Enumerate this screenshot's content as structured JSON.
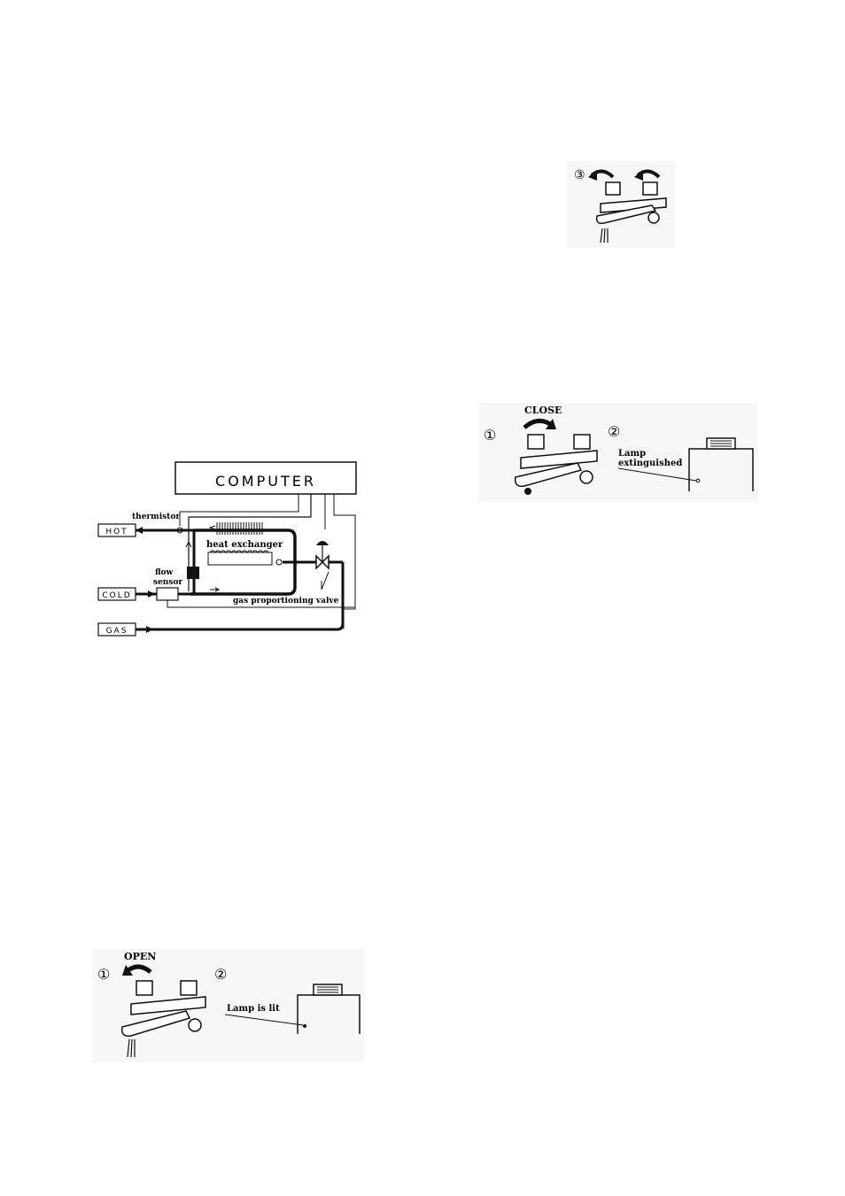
{
  "fig_faucet_step3": {
    "step_marker": "③"
  },
  "fig_close": {
    "heading": "CLOSE",
    "step1_marker": "①",
    "step2_marker": "②",
    "lamp_label_line1": "Lamp",
    "lamp_label_line2": "extinguished"
  },
  "fig_system": {
    "computer_label": "COMPUTER",
    "thermistor_label": "thermistor",
    "heat_exchanger_label": "heat exchanger",
    "flow_sensor_line1": "flow",
    "flow_sensor_line2": "sensor",
    "gas_valve_label": "gas proportioning valve",
    "hot_label": "HOT",
    "cold_label": "COLD",
    "gas_label": "GAS"
  },
  "fig_open": {
    "heading": "OPEN",
    "step1_marker": "①",
    "step2_marker": "②",
    "lamp_label": "Lamp is lit"
  }
}
